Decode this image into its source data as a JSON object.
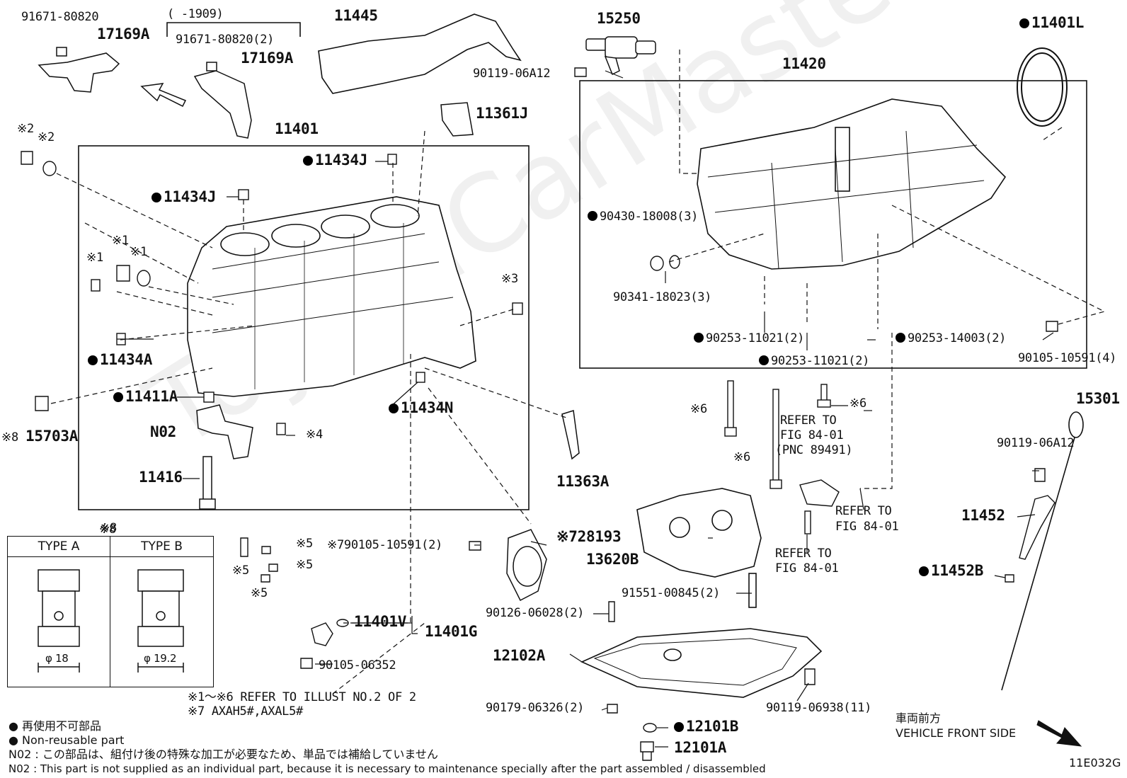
{
  "watermark": "ToyotaCarMasters",
  "figure_id": "11E032G",
  "callouts": [
    {
      "id": "c1",
      "text": "91671-80820",
      "dot": false,
      "size": "sm"
    },
    {
      "id": "c2",
      "text": "17169A",
      "dot": false,
      "size": "big"
    },
    {
      "id": "c3",
      "text": "(      -1909)",
      "dot": false,
      "size": "sm"
    },
    {
      "id": "c4",
      "text": "91671-80820(2)",
      "dot": false,
      "size": "sm"
    },
    {
      "id": "c5",
      "text": "17169A",
      "dot": false,
      "size": "big"
    },
    {
      "id": "c6",
      "text": "11445",
      "dot": false,
      "size": "big"
    },
    {
      "id": "c7",
      "text": "15250",
      "dot": false,
      "size": "big"
    },
    {
      "id": "c8",
      "text": "90119-06A12",
      "dot": false,
      "size": "sm"
    },
    {
      "id": "c9",
      "text": "11401L",
      "dot": true,
      "size": "big"
    },
    {
      "id": "c10",
      "text": "11420",
      "dot": false,
      "size": "big"
    },
    {
      "id": "c11",
      "text": "11361J",
      "dot": false,
      "size": "big"
    },
    {
      "id": "c12",
      "text": "11401",
      "dot": false,
      "size": "big"
    },
    {
      "id": "c13",
      "text": "※2",
      "dot": false,
      "size": "sm"
    },
    {
      "id": "c14",
      "text": "※2",
      "dot": false,
      "size": "sm"
    },
    {
      "id": "c15",
      "text": "11434J",
      "dot": true,
      "size": "big"
    },
    {
      "id": "c16",
      "text": "11434J",
      "dot": true,
      "size": "big"
    },
    {
      "id": "c17",
      "text": "90430-18008(3)",
      "dot": true,
      "size": "sm"
    },
    {
      "id": "c18",
      "text": "90341-18023(3)",
      "dot": false,
      "size": "sm"
    },
    {
      "id": "c19",
      "text": "※1",
      "dot": false,
      "size": "sm"
    },
    {
      "id": "c20",
      "text": "※1",
      "dot": false,
      "size": "sm"
    },
    {
      "id": "c21",
      "text": "※1",
      "dot": false,
      "size": "sm"
    },
    {
      "id": "c22",
      "text": "※3",
      "dot": false,
      "size": "sm"
    },
    {
      "id": "c23",
      "text": "90253-11021(2)",
      "dot": true,
      "size": "sm"
    },
    {
      "id": "c24",
      "text": "90253-11021(2)",
      "dot": true,
      "size": "sm"
    },
    {
      "id": "c25",
      "text": "90253-14003(2)",
      "dot": true,
      "size": "sm"
    },
    {
      "id": "c26",
      "text": "90105-10591(4)",
      "dot": false,
      "size": "sm"
    },
    {
      "id": "c27",
      "text": "11434A",
      "dot": true,
      "size": "big"
    },
    {
      "id": "c28",
      "text": "11411A",
      "dot": true,
      "size": "big"
    },
    {
      "id": "c29",
      "text": "11434N",
      "dot": true,
      "size": "big"
    },
    {
      "id": "c30",
      "text": "N02",
      "dot": false,
      "size": "big"
    },
    {
      "id": "c31",
      "text": "※4",
      "dot": false,
      "size": "sm"
    },
    {
      "id": "c32",
      "text": "※8",
      "dot": false,
      "size": "sm"
    },
    {
      "id": "c33",
      "text": "15703A",
      "dot": false,
      "size": "big"
    },
    {
      "id": "c34",
      "text": "11416",
      "dot": false,
      "size": "big"
    },
    {
      "id": "c35",
      "text": "※6",
      "dot": false,
      "size": "sm"
    },
    {
      "id": "c36",
      "text": "※6",
      "dot": false,
      "size": "sm"
    },
    {
      "id": "c37",
      "text": "※6",
      "dot": false,
      "size": "sm"
    },
    {
      "id": "c38",
      "text": "REFER TO",
      "dot": false,
      "size": "sm"
    },
    {
      "id": "c39",
      "text": "FIG 84-01",
      "dot": false,
      "size": "sm"
    },
    {
      "id": "c40",
      "text": "(PNC 89491)",
      "dot": false,
      "size": "sm"
    },
    {
      "id": "c41",
      "text": "REFER TO",
      "dot": false,
      "size": "sm"
    },
    {
      "id": "c42",
      "text": "FIG 84-01",
      "dot": false,
      "size": "sm"
    },
    {
      "id": "c43",
      "text": "REFER TO",
      "dot": false,
      "size": "sm"
    },
    {
      "id": "c44",
      "text": "FIG 84-01",
      "dot": false,
      "size": "sm"
    },
    {
      "id": "c45",
      "text": "15301",
      "dot": false,
      "size": "big"
    },
    {
      "id": "c46",
      "text": "90119-06A12",
      "dot": false,
      "size": "sm"
    },
    {
      "id": "c47",
      "text": "11452",
      "dot": false,
      "size": "big"
    },
    {
      "id": "c48",
      "text": "11452B",
      "dot": true,
      "size": "big"
    },
    {
      "id": "c49",
      "text": "11363A",
      "dot": false,
      "size": "big"
    },
    {
      "id": "c50",
      "text": "※8",
      "dot": false,
      "size": "sm"
    },
    {
      "id": "c51",
      "text": "※5",
      "dot": false,
      "size": "sm"
    },
    {
      "id": "c52",
      "text": "※5",
      "dot": false,
      "size": "sm"
    },
    {
      "id": "c53",
      "text": "※5",
      "dot": false,
      "size": "sm"
    },
    {
      "id": "c54",
      "text": "※5",
      "dot": false,
      "size": "sm"
    },
    {
      "id": "c55",
      "text": "※790105-10591(2)",
      "dot": false,
      "size": "sm"
    },
    {
      "id": "c56",
      "text": "※728193",
      "dot": false,
      "size": "big"
    },
    {
      "id": "c57",
      "text": "13620B",
      "dot": false,
      "size": "big"
    },
    {
      "id": "c58",
      "text": "91551-00845(2)",
      "dot": false,
      "size": "sm"
    },
    {
      "id": "c59",
      "text": "90126-06028(2)",
      "dot": false,
      "size": "sm"
    },
    {
      "id": "c60",
      "text": "11401V",
      "dot": false,
      "size": "big"
    },
    {
      "id": "c61",
      "text": "11401G",
      "dot": false,
      "size": "big"
    },
    {
      "id": "c62",
      "text": "90105-06352",
      "dot": false,
      "size": "sm"
    },
    {
      "id": "c63",
      "text": "12102A",
      "dot": false,
      "size": "big"
    },
    {
      "id": "c64",
      "text": "90179-06326(2)",
      "dot": false,
      "size": "sm"
    },
    {
      "id": "c65",
      "text": "90119-06938(11)",
      "dot": false,
      "size": "sm"
    },
    {
      "id": "c66",
      "text": "12101B",
      "dot": true,
      "size": "big"
    },
    {
      "id": "c67",
      "text": "12101A",
      "dot": false,
      "size": "big"
    }
  ],
  "type_table": {
    "title": "※8",
    "type_a": {
      "label": "TYPE A",
      "dim": "φ 18"
    },
    "type_b": {
      "label": "TYPE B",
      "dim": "φ 19.2"
    }
  },
  "refer_note": "※1～※6  REFER TO ILLUST NO.2 OF 2",
  "model_note": "※7 AXAH5#,AXAL5#",
  "legend": {
    "non_reusable_jp": "● 再使用不可部品",
    "non_reusable_en": "● Non-reusable part",
    "n02_jp": "N02 : この部品は、組付け後の特殊な加工が必要なため、単品では補給していません",
    "n02_en": "N02 : This part is not supplied as an individual part, because it is necessary to maintenance specially after the part assembled / disassembled"
  },
  "front": {
    "jp": "車両前方",
    "en": "VEHICLE FRONT SIDE"
  }
}
